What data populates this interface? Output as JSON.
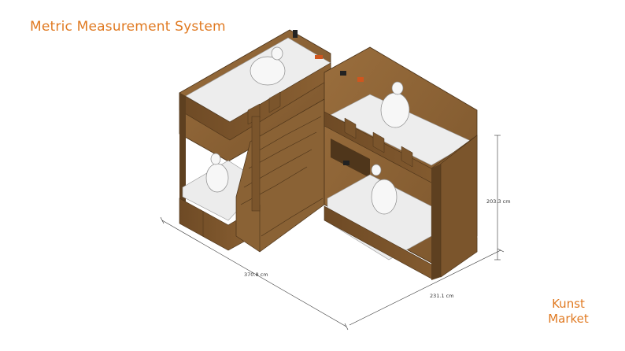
{
  "title": "Metric Measurement System",
  "brand": {
    "line1": "Kunst",
    "line2": "Market"
  },
  "dimensions": {
    "length": "370.8 cm",
    "width": "231.1 cm",
    "height": "203.3 cm"
  },
  "colors": {
    "accent": "#e07a22",
    "wood": "#8a6235",
    "wood_dark": "#5e4020",
    "mattress": "#ebebeb"
  }
}
